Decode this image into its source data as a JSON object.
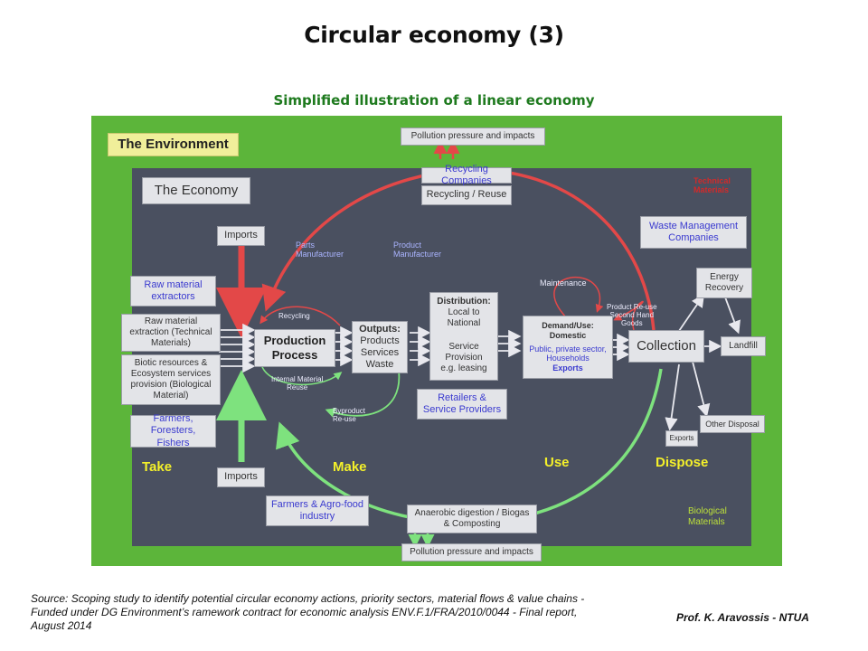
{
  "title": "Circular economy (3)",
  "subtitle": "Simplified illustration of a linear economy",
  "diagram": {
    "environment_label": "The Environment",
    "economy_label": "The Economy",
    "pollution_top": "Pollution pressure and impacts",
    "pollution_bottom": "Pollution pressure and impacts",
    "recycling_companies": "Recycling Companies",
    "recycling_reuse": "Recycling / Reuse",
    "technical_materials": "Technical\nMaterials",
    "waste_management": "Waste Management Companies",
    "imports_top": "Imports",
    "imports_bottom": "Imports",
    "parts_manufacturer": "Parts\nManufacturer",
    "product_manufacturer": "Product\nManufacturer",
    "raw_material_extractors": "Raw material extractors",
    "raw_material_extraction": "Raw material extraction (Technical Materials)",
    "biotic_resources": "Biotic resources & Ecosystem services provision (Biological Material)",
    "farmers_foresters": "Farmers, Foresters, Fishers",
    "recycling_small": "Recycling",
    "production_process": "Production Process",
    "internal_reuse": "Internal Material\nReuse",
    "outputs_title": "Outputs:",
    "outputs_items": "Products\nServices\nWaste",
    "distribution_title": "Distribution:",
    "distribution_items": "Local to\nNational",
    "service_provision": "Service\nProvision\ne.g. leasing",
    "byproduct_reuse": "Byproduct\nRe-use",
    "retailers": "Retailers &\nService Providers",
    "maintenance": "Maintenance",
    "product_reuse": "Product Re-use\nSecond Hand\nGoods",
    "demand_title": "Demand/Use:",
    "demand_domestic": "Domestic",
    "demand_public": "Public, private sector,\nHouseholds",
    "demand_exports": "Exports",
    "collection": "Collection",
    "energy_recovery": "Energy Recovery",
    "landfill": "Landfill",
    "other_disposal": "Other Disposal",
    "exports": "Exports",
    "take": "Take",
    "make": "Make",
    "use": "Use",
    "dispose": "Dispose",
    "farmers_agro": "Farmers & Agro-food industry",
    "anaerobic": "Anaerobic digestion / Biogas & Composting",
    "biological_materials": "Biological\nMaterials"
  },
  "source": "Source: Scoping study to identify potential circular economy actions, priority sectors, material flows & value chains  - Funded under DG Environment’s  ramework contract for economic analysis ENV.F.1/FRA/2010/0044 - Final report, August 2014",
  "credit": "Prof. K. Aravossis - NTUA",
  "colors": {
    "environment": "#5cb53a",
    "economy": "#4a5060",
    "red_flow": "#e34848",
    "green_flow": "#7ee27e",
    "label_yellow": "#f4f02a",
    "box": "#e3e4e8"
  }
}
